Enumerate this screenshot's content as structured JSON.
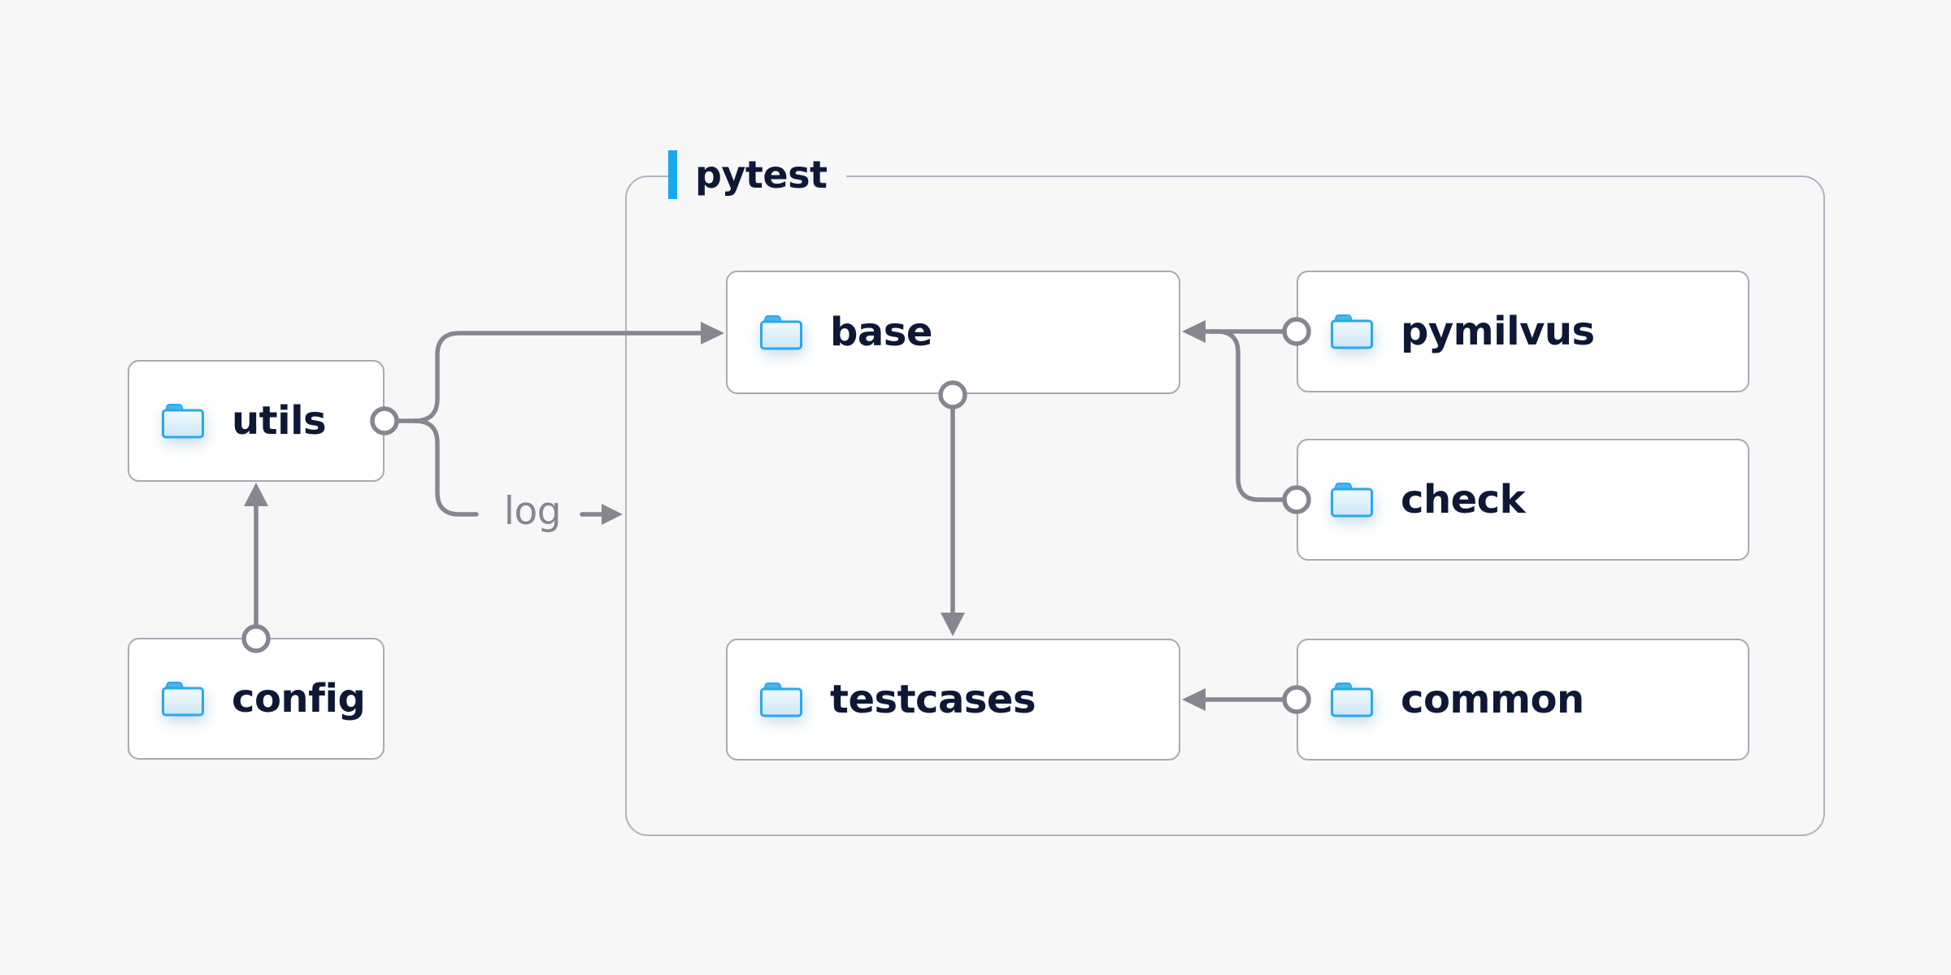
{
  "diagram": {
    "container_label": "pytest",
    "edge_label": "log",
    "nodes": {
      "utils": "utils",
      "config": "config",
      "base": "base",
      "testcases": "testcases",
      "pymilvus": "pymilvus",
      "check": "check",
      "common": "common"
    },
    "edges": [
      {
        "from": "config",
        "to": "utils"
      },
      {
        "from": "utils",
        "to": "base"
      },
      {
        "from": "utils",
        "to": "log",
        "label": "log"
      },
      {
        "from": "pymilvus",
        "to": "base"
      },
      {
        "from": "check",
        "to": "base"
      },
      {
        "from": "base",
        "to": "testcases"
      },
      {
        "from": "common",
        "to": "testcases"
      }
    ],
    "colors": {
      "background": "#f7f7f8",
      "node_fill": "#ffffff",
      "node_border": "#a9a9b6",
      "container_border": "#b2b2bf",
      "connector": "#868691",
      "node_text": "#0e1836",
      "edge_label_text": "#85858f",
      "accent_blue": "#18a8f0",
      "folder_outline": "#29a8ee",
      "folder_tab": "#49b5f0",
      "folder_fill_top": "#f2f9fe",
      "folder_fill_bottom": "#cde7f7"
    },
    "icons": [
      "folder-icon",
      "accent-bar",
      "arrowhead",
      "source-dot"
    ]
  }
}
